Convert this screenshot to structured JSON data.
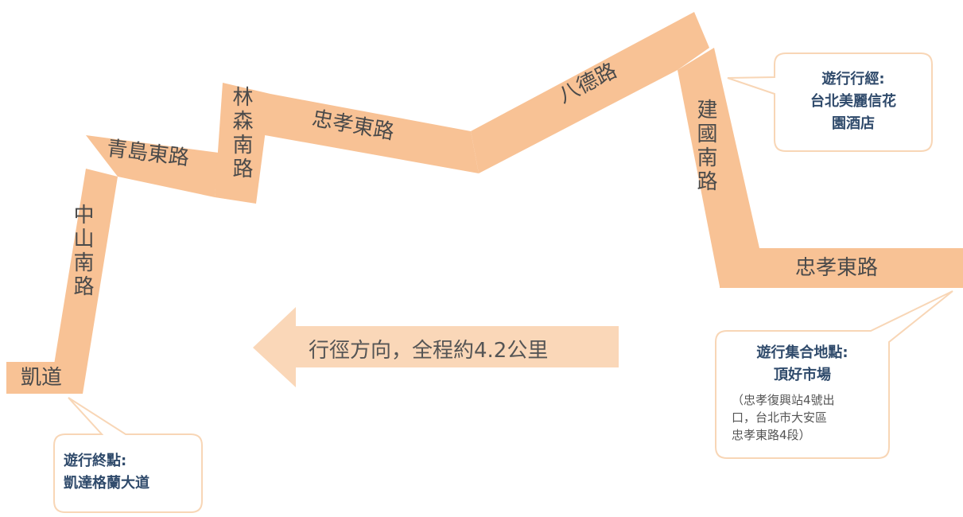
{
  "route": {
    "roads": {
      "kaidao": "凱道",
      "zhongshan_s": "中山南路",
      "qingdao_e": "青島東路",
      "linsen_s": "林森南路",
      "zhongxiao_e_1": "忠孝東路",
      "bade": "八德路",
      "jianguo_s": "建國南路",
      "zhongxiao_e_2": "忠孝東路"
    },
    "direction": "行徑方向，全程約4.2公里",
    "colors": {
      "road": "#F8C295",
      "arrow": "#FAD7B8",
      "callout_border": "#F8D6B6",
      "callout_text": "#2F4A6B"
    }
  },
  "callouts": {
    "via": {
      "title": "遊行行經:",
      "line1": "台北美麗信花",
      "line2": "園酒店"
    },
    "start": {
      "title": "遊行集合地點:",
      "name": "頂好市場",
      "detail1": "（忠孝復興站4號出",
      "detail2": "口，台北市大安區",
      "detail3": "忠孝東路4段）"
    },
    "end": {
      "title": "遊行終點:",
      "name": "凱達格蘭大道"
    }
  }
}
